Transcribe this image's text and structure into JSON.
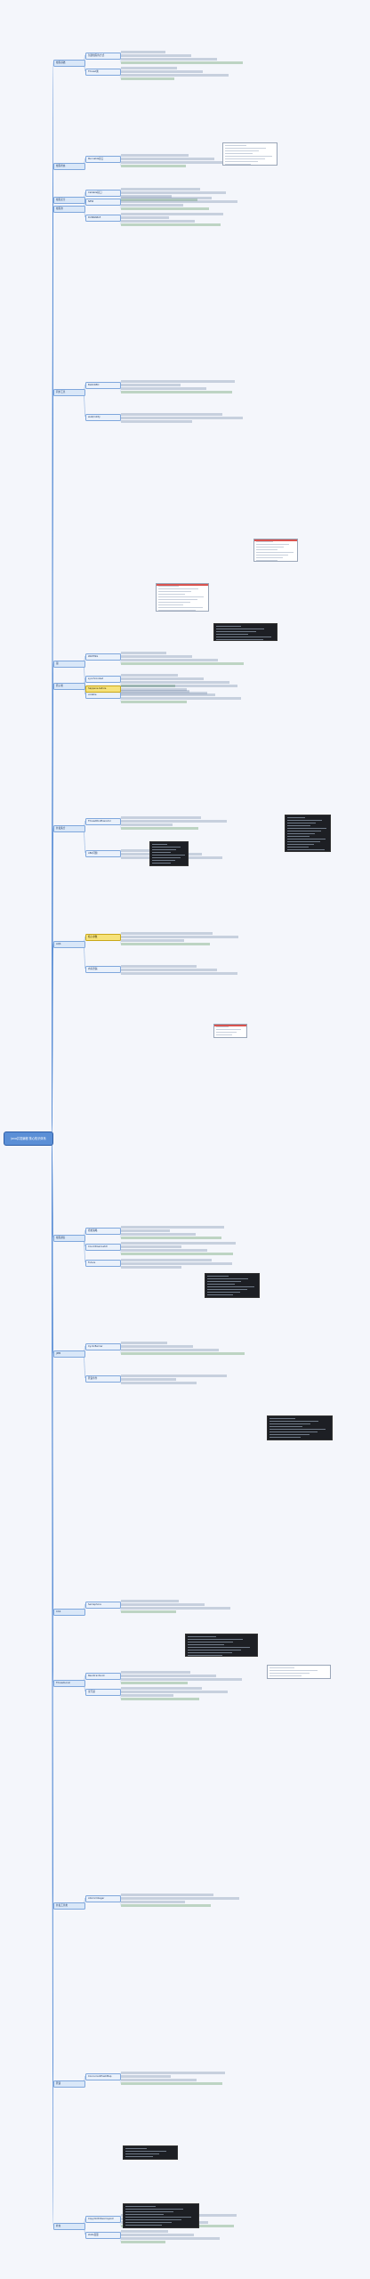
{
  "root": {
    "label": "Java并发编程 核心知识体系"
  },
  "branches": [
    {
      "label": "线程基础",
      "highlight": false
    },
    {
      "label": "线程状态",
      "highlight": false
    },
    {
      "label": "线程安全",
      "highlight": false
    },
    {
      "label": "线程池",
      "highlight": false
    },
    {
      "label": "同步工具",
      "highlight": false
    },
    {
      "label": "锁",
      "highlight": false
    },
    {
      "label": "原子类",
      "highlight": false
    },
    {
      "label": "并发集合",
      "highlight": false
    },
    {
      "label": "AQS",
      "highlight": false
    },
    {
      "label": "线程通信",
      "highlight": false
    },
    {
      "label": "JMM",
      "highlight": false
    },
    {
      "label": "CAS",
      "highlight": false
    },
    {
      "label": "ThreadLocal",
      "highlight": false
    },
    {
      "label": "并发工具类",
      "highlight": false
    },
    {
      "label": "死锁",
      "highlight": false
    },
    {
      "label": "补充",
      "highlight": false
    }
  ],
  "subnodes": [
    {
      "label": "创建线程的方式",
      "highlight": false
    },
    {
      "label": "Thread类",
      "highlight": false
    },
    {
      "label": "Runnable接口",
      "highlight": false
    },
    {
      "label": "Callable接口",
      "highlight": false
    },
    {
      "label": "NEW",
      "highlight": false
    },
    {
      "label": "RUNNABLE",
      "highlight": false
    },
    {
      "label": "BLOCKED",
      "highlight": false
    },
    {
      "label": "WAITING",
      "highlight": false
    },
    {
      "label": "synchronized",
      "highlight": false
    },
    {
      "label": "volatile",
      "highlight": false
    },
    {
      "label": "ThreadPoolExecutor",
      "highlight": false
    },
    {
      "label": "核心参数",
      "highlight": true
    },
    {
      "label": "拒绝策略",
      "highlight": false
    },
    {
      "label": "CountDownLatch",
      "highlight": false
    },
    {
      "label": "CyclicBarrier",
      "highlight": false
    },
    {
      "label": "Semaphore",
      "highlight": false
    },
    {
      "label": "ReentrantLock",
      "highlight": false
    },
    {
      "label": "读写锁",
      "highlight": false
    },
    {
      "label": "AtomicInteger",
      "highlight": false
    },
    {
      "label": "ConcurrentHashMap",
      "highlight": false
    },
    {
      "label": "CopyOnWriteArrayList",
      "highlight": false
    },
    {
      "label": "state变量",
      "highlight": false
    },
    {
      "label": "wait/notify",
      "highlight": false
    },
    {
      "label": "happens-before",
      "highlight": true
    },
    {
      "label": "ABA问题",
      "highlight": false
    },
    {
      "label": "内存泄漏",
      "highlight": false
    },
    {
      "label": "Future",
      "highlight": false
    },
    {
      "label": "死锁条件",
      "highlight": false
    }
  ]
}
